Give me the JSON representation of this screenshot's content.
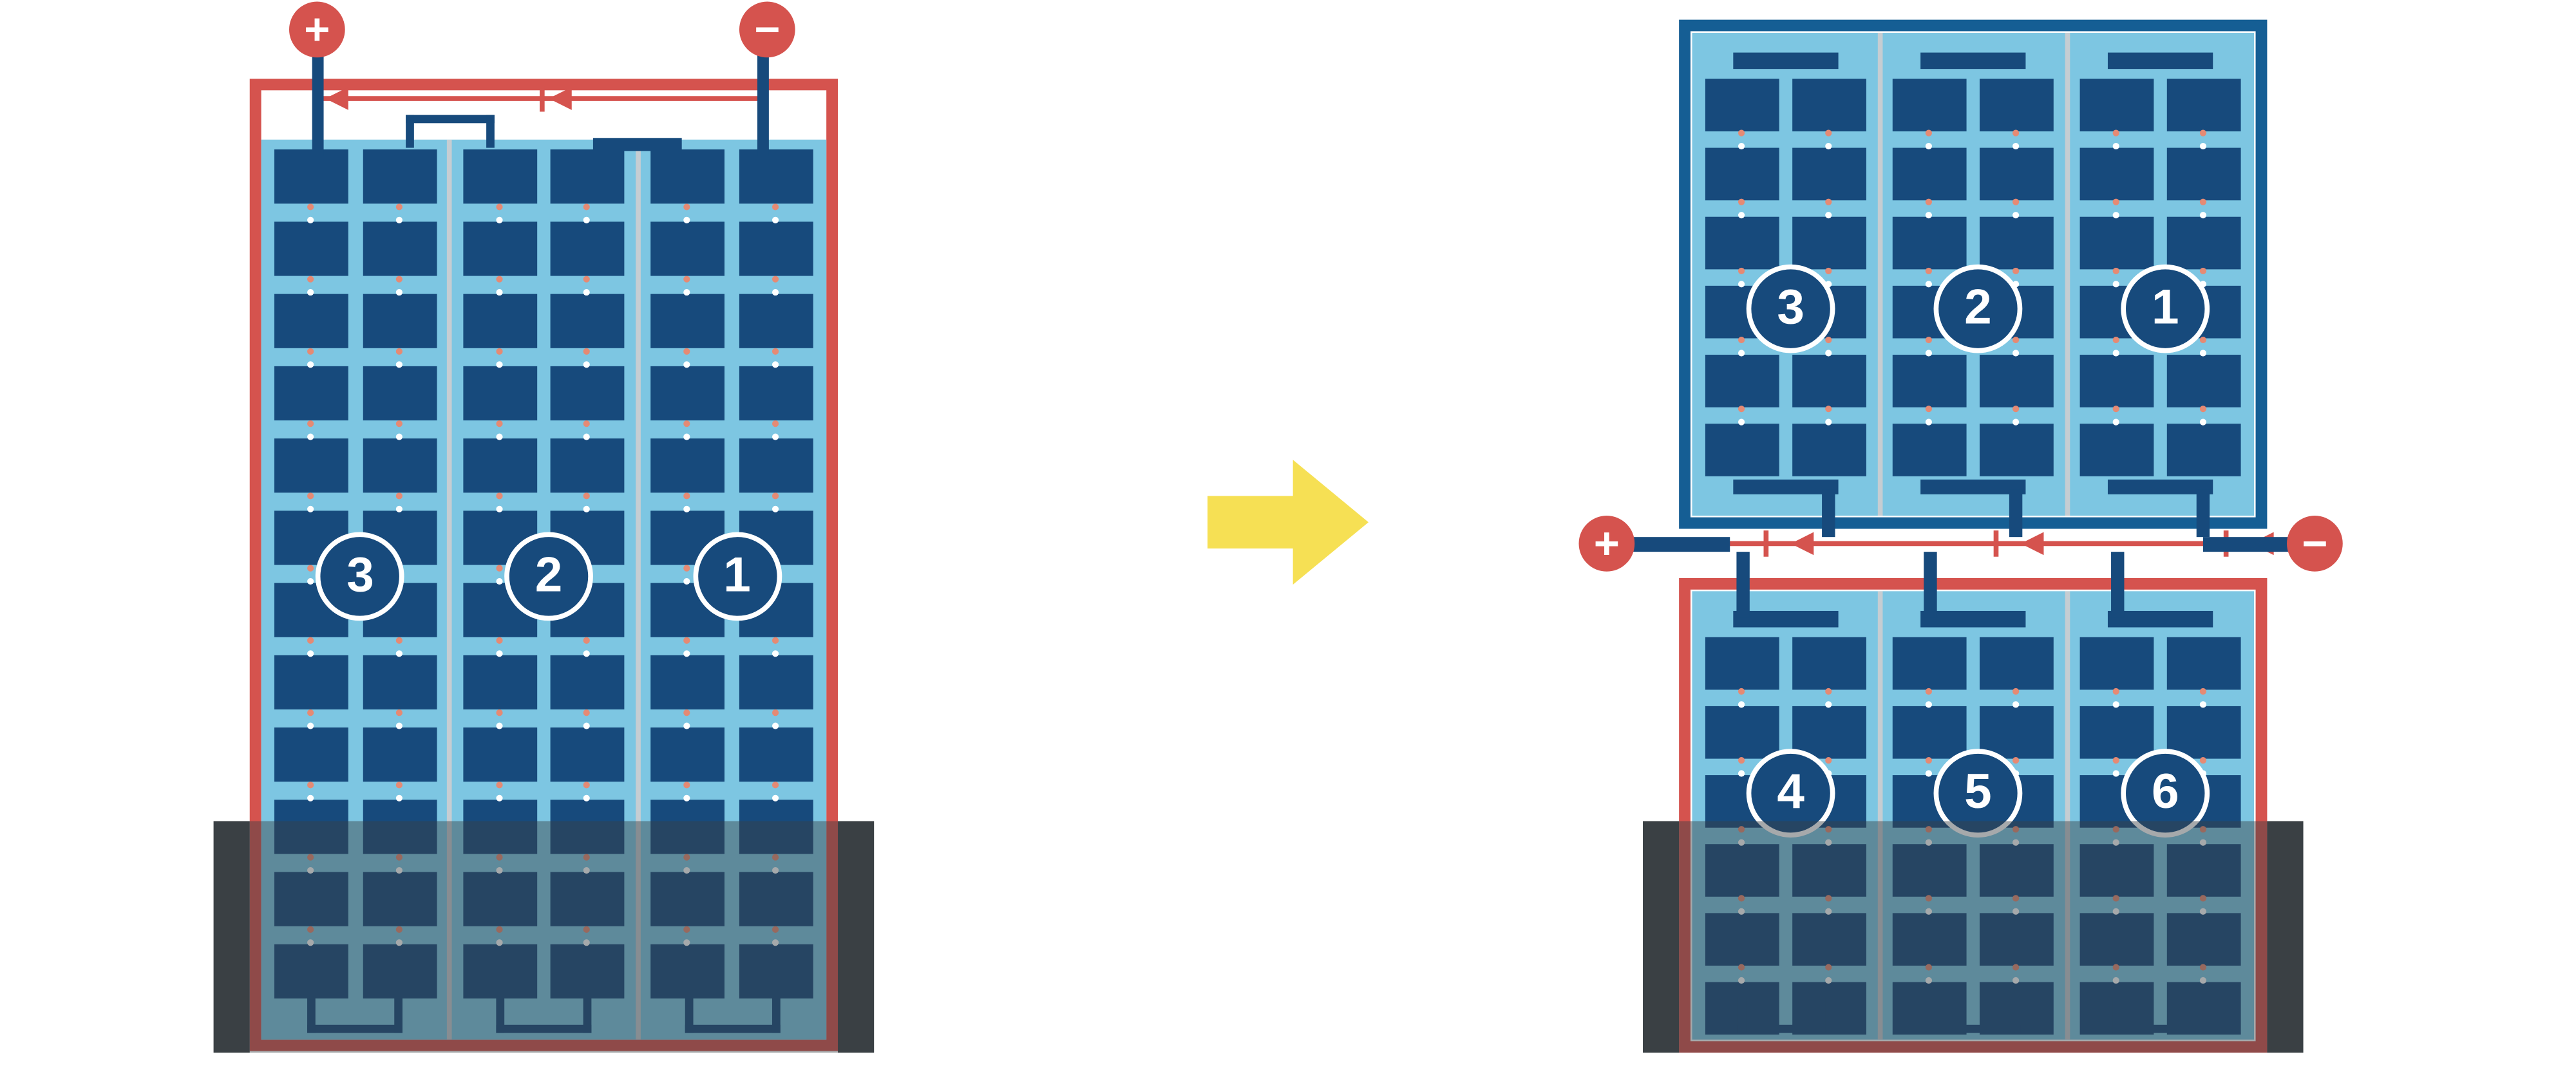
{
  "colors": {
    "red": "#d5534e",
    "navy": "#174a7c",
    "panel_blue": "#7dc6e2",
    "frame_blue": "#155e94",
    "separator": "#c6cdd2",
    "shade": "rgba(58,64,68,0.45)",
    "shade_bar": "#3a4044",
    "dot_top": "#e58a74",
    "dot_bottom": "#ffffff",
    "arrow_yellow": "#f6e054"
  },
  "terminals": {
    "positive": "+",
    "negative": "−"
  },
  "left_module": {
    "string_labels": [
      "3",
      "2",
      "1"
    ]
  },
  "right_modules": {
    "top": {
      "string_labels": [
        "3",
        "2",
        "1"
      ]
    },
    "bottom": {
      "string_labels": [
        "4",
        "5",
        "6"
      ]
    }
  }
}
